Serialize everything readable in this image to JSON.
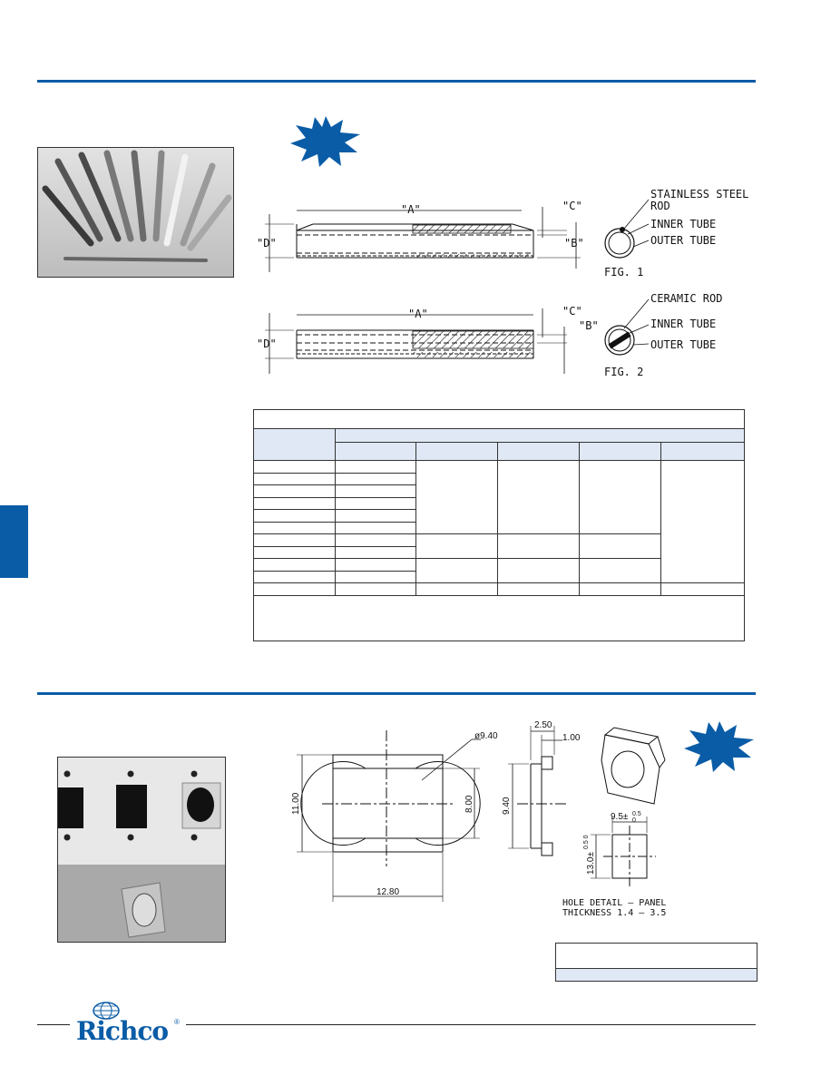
{
  "drawing1": {
    "fig1_labels": [
      "STAINLESS STEEL",
      "ROD",
      "INNER TUBE",
      "OUTER TUBE"
    ],
    "fig1_caption": "FIG. 1",
    "fig2_labels": [
      "CERAMIC ROD",
      "INNER TUBE",
      "OUTER TUBE"
    ],
    "fig2_caption": "FIG. 2",
    "dim_A_1": "\"A\"",
    "dim_A_2": "\"A\"",
    "dim_B": "\"B\"",
    "dim_C": "\"C\"",
    "dim_D": "\"D\""
  },
  "drawing2": {
    "dia": "ø9.40",
    "h_overall": "11.00",
    "h_inner": "8.00",
    "w_overall": "12.80",
    "side_h": "9.40",
    "side_w": "2.50",
    "flange": "1.00",
    "hole_w": "9.5±",
    "hole_w_tol_top": "0.5",
    "hole_w_tol_bot": "0",
    "hole_h": "13.0±",
    "hole_h_tol": "0.5 0",
    "note_line1": "HOLE DETAIL – PANEL",
    "note_line2": "THICKNESS 1.4 – 3.5"
  },
  "logo": {
    "text": "Richco",
    "mark": "®"
  },
  "colors": {
    "accent": "#0a5ca6",
    "table_header": "#dfe8f4"
  }
}
